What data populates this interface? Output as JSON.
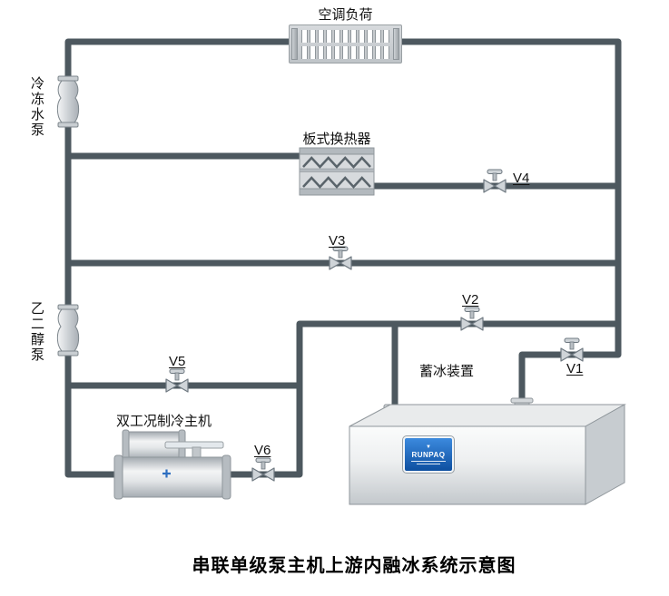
{
  "title": "串联单级泵主机上游内融冰系统示意图",
  "components": {
    "ac_load": {
      "label": "空调负荷"
    },
    "chilled_pump": {
      "label": "冷冻水泵"
    },
    "heat_exchanger": {
      "label": "板式换热器"
    },
    "glycol_pump": {
      "label": "乙二醇泵"
    },
    "chiller": {
      "label": "双工况制冷主机"
    },
    "ice_tank": {
      "label": "蓄冰装置",
      "brand": "RUNPAQ"
    }
  },
  "valves": [
    {
      "id": "V1"
    },
    {
      "id": "V2"
    },
    {
      "id": "V3"
    },
    {
      "id": "V4"
    },
    {
      "id": "V5"
    },
    {
      "id": "V6"
    }
  ],
  "colors": {
    "pipe": "#4d585f",
    "component_fill": "#d7dadd",
    "component_stroke": "#8f969b",
    "brand_blue": "#1767b8"
  }
}
